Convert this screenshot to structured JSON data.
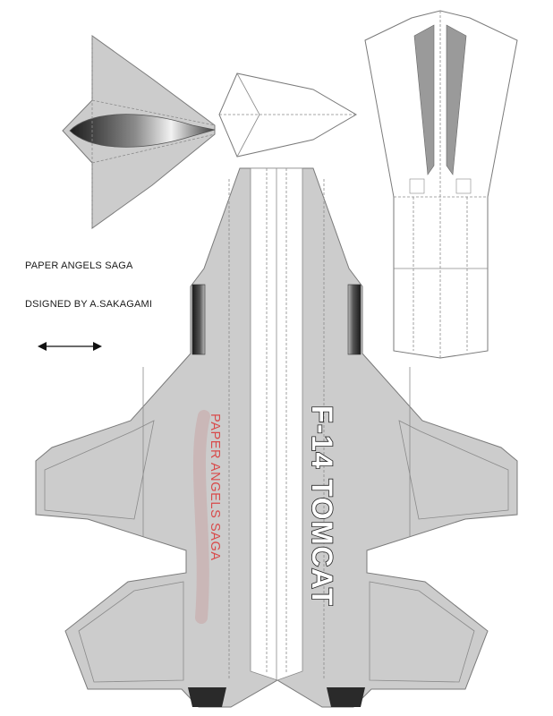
{
  "sheet": {
    "series_credit": "PAPER ANGELS SAGA",
    "designer_credit": "DSIGNED BY A.SAKAGAMI",
    "fuselage_title": "F-14 TOMCAT",
    "fuselage_series_mark": "PAPER ANGELS SAGA",
    "arrow_symbol": "double-headed-arrow"
  },
  "colors": {
    "panel_gray": "#cccccc",
    "paper_white": "#ffffff",
    "outline": "#7a7a7a",
    "series_mark_red": "#d84a4a",
    "title_white": "#ffffff",
    "intake_dark": "#2a2a2a"
  }
}
